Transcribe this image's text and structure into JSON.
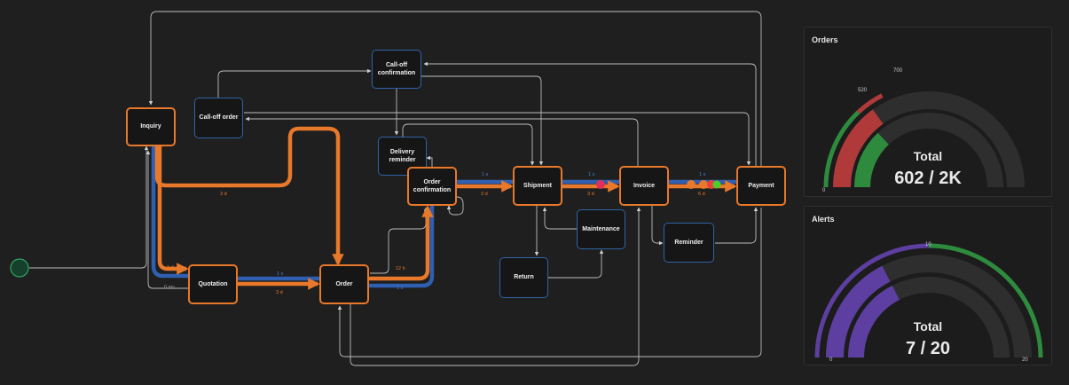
{
  "nodes": {
    "inquiry": "Inquiry",
    "calloff_order": "Call-off order",
    "calloff_confirmation": "Call-off confirmation",
    "delivery_reminder": "Delivery reminder",
    "order_confirmation": "Order confirmation",
    "shipment": "Shipment",
    "invoice": "Invoice",
    "payment": "Payment",
    "quotation": "Quotation",
    "order": "Order",
    "maintenance": "Maintenance",
    "return": "Return",
    "reminder": "Reminder"
  },
  "edge_labels": {
    "inq_order": "3 d",
    "inq_quot_orange": "3 d",
    "inq_quot_blue": "0 ms",
    "quot_order_blue": "1 s",
    "quot_order_orange": "3 d",
    "order_oc_orange": "12 h",
    "order_oc_blue": "1 s",
    "oc_ship_blue": "1 s",
    "oc_ship_orange": "3 d",
    "ship_inv_blue": "1 s",
    "ship_inv_orange": "3 d",
    "inv_pay_blue": "1 s",
    "inv_pay_orange": "6 d"
  },
  "colors": {
    "orange": "#e8782a",
    "blue": "#2f5fb0",
    "gauge_green": "#2e8b3e",
    "gauge_red": "#b03a3a",
    "gauge_purple": "#5c3fa0",
    "track": "#2e2e2e"
  },
  "gauges": {
    "orders": {
      "title": "Orders",
      "total_label": "Total",
      "total_value": "602 / 2K",
      "min_label": "0",
      "mark_520": "520",
      "mark_700": "700",
      "min": 0,
      "max": 2000,
      "current": 602,
      "threshold_1": 520,
      "threshold_2": 700
    },
    "alerts": {
      "title": "Alerts",
      "total_label": "Total",
      "total_value": "7 / 20",
      "min_label": "0",
      "max_label": "20",
      "mark_10": "10",
      "min": 0,
      "max": 20,
      "current": 7,
      "threshold": 10
    }
  }
}
